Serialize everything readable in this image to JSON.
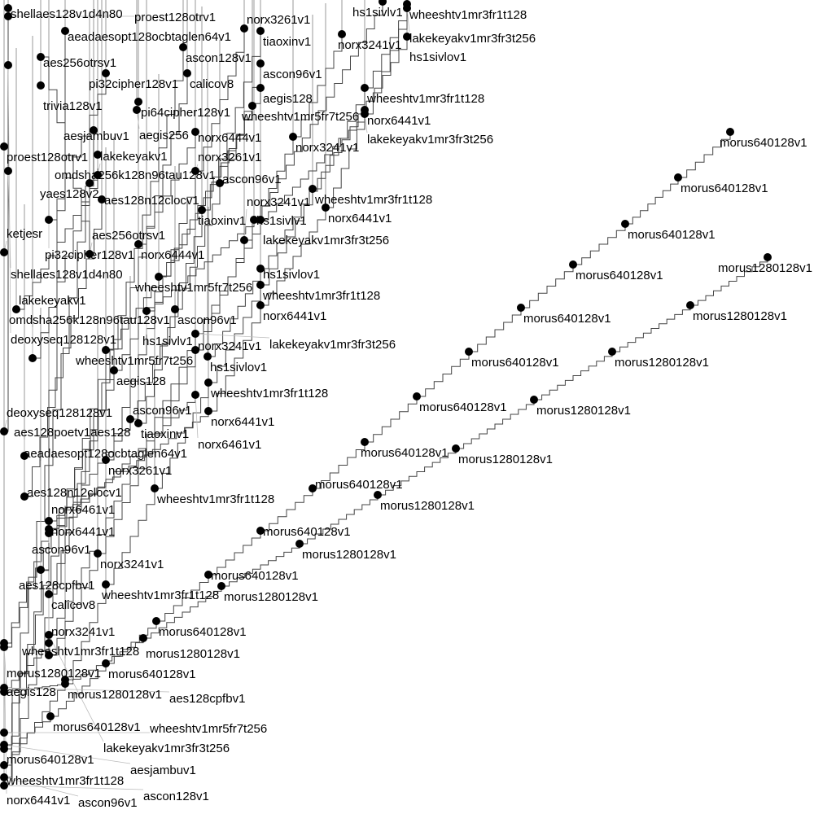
{
  "chart_data": {
    "type": "scatter",
    "title": "",
    "xlabel": "",
    "ylabel": "",
    "xlim": [
      0,
      100
    ],
    "ylim": [
      0,
      100
    ],
    "grid": false,
    "legend": "none",
    "series": [
      {
        "name": "morus640128v1",
        "points": [
          [
            89.7,
            83.8
          ],
          [
            83.3,
            78.2
          ],
          [
            76.8,
            72.5
          ],
          [
            70.4,
            67.5
          ],
          [
            64,
            62.2
          ],
          [
            57.6,
            56.8
          ],
          [
            51.2,
            51.3
          ],
          [
            44.8,
            45.7
          ],
          [
            38.4,
            40
          ],
          [
            32,
            34.8
          ],
          [
            25.6,
            29.4
          ],
          [
            19.2,
            23.7
          ],
          [
            13,
            18.5
          ],
          [
            6.2,
            12
          ],
          [
            0.5,
            8
          ]
        ]
      },
      {
        "name": "morus1280128v1",
        "points": [
          [
            94.3,
            68.4
          ],
          [
            84.8,
            62.5
          ],
          [
            75.2,
            56.8
          ],
          [
            65.6,
            50.9
          ],
          [
            56,
            44.9
          ],
          [
            46.4,
            39.2
          ],
          [
            36.8,
            33.2
          ],
          [
            27.2,
            28
          ],
          [
            17.6,
            21.6
          ],
          [
            8,
            16
          ],
          [
            0.5,
            15
          ]
        ]
      },
      {
        "name": "wheeshtv1mr3fr1t128",
        "points": [
          [
            50,
            99.5
          ],
          [
            44.8,
            89.2
          ],
          [
            38.4,
            76.8
          ],
          [
            32,
            65
          ],
          [
            25.6,
            53
          ],
          [
            19,
            40
          ],
          [
            13,
            28.2
          ],
          [
            8,
            16.5
          ],
          [
            0.5,
            6
          ]
        ]
      },
      {
        "name": "norx6441v1",
        "points": [
          [
            44.8,
            86.5
          ],
          [
            40,
            74.5
          ],
          [
            32,
            62.5
          ],
          [
            25.6,
            49.5
          ],
          [
            6,
            36
          ],
          [
            0.5,
            21
          ]
        ]
      },
      {
        "name": "norx3241v1",
        "points": [
          [
            42,
            95.8
          ],
          [
            36,
            83.2
          ],
          [
            30,
            70.5
          ],
          [
            24,
            57
          ],
          [
            12,
            32
          ],
          [
            6,
            19.5
          ]
        ]
      },
      {
        "name": "lakekeyakv1mr3fr3t256",
        "points": [
          [
            50,
            99
          ],
          [
            44.8,
            86
          ],
          [
            32,
            73
          ],
          [
            24,
            59
          ],
          [
            6,
            22
          ]
        ]
      },
      {
        "name": "hs1sivlov1",
        "points": [
          [
            50,
            95.5
          ],
          [
            32,
            67
          ],
          [
            25.5,
            56.2
          ]
        ]
      },
      {
        "name": "hs1sivlv1",
        "points": [
          [
            47,
            99.8
          ],
          [
            31.2,
            73
          ],
          [
            18,
            61.8
          ]
        ]
      },
      {
        "name": "ascon96v1",
        "points": [
          [
            32,
            92.2
          ],
          [
            27,
            77.5
          ],
          [
            21.5,
            62
          ],
          [
            16,
            48.5
          ],
          [
            6,
            35
          ],
          [
            0.5,
            4.5
          ]
        ]
      },
      {
        "name": "norx3261v1",
        "points": [
          [
            30,
            96.5
          ],
          [
            24,
            79
          ],
          [
            13,
            43.5
          ]
        ]
      },
      {
        "name": "tiaoxinv1",
        "points": [
          [
            32,
            96.2
          ],
          [
            24.8,
            74.2
          ],
          [
            17,
            48
          ]
        ]
      },
      {
        "name": "aegis128",
        "points": [
          [
            32,
            89.2
          ],
          [
            14,
            54.5
          ],
          [
            0.5,
            20.5
          ]
        ]
      },
      {
        "name": "aegis256",
        "points": [
          [
            16.8,
            86.5
          ]
        ]
      },
      {
        "name": "aesjambuv1",
        "points": [
          [
            11.5,
            84
          ],
          [
            0.5,
            8.5
          ]
        ]
      },
      {
        "name": "ascon128v1",
        "points": [
          [
            22.5,
            94.2
          ],
          [
            0.5,
            3.5
          ]
        ]
      },
      {
        "name": "norx6461v1",
        "points": [
          [
            24,
            51.5
          ],
          [
            6,
            34.5
          ]
        ]
      },
      {
        "name": "norx6444v1",
        "points": [
          [
            24,
            83.8
          ],
          [
            17,
            70
          ]
        ]
      },
      {
        "name": "wheeshtv1mr5fr7t256",
        "points": [
          [
            31,
            87
          ],
          [
            19.5,
            66
          ],
          [
            13,
            57
          ],
          [
            0.5,
            10
          ]
        ]
      },
      {
        "name": "aes256otrsv1",
        "points": [
          [
            11,
            68.8
          ],
          [
            5,
            93
          ]
        ]
      },
      {
        "name": "shellaes128v1d4n80",
        "points": [
          [
            1,
            99
          ],
          [
            1,
            79
          ]
        ]
      },
      {
        "name": "proest128otrv1",
        "points": [
          [
            1,
            98
          ],
          [
            0.5,
            82
          ]
        ]
      },
      {
        "name": "pi32cipher128v1",
        "points": [
          [
            13,
            91
          ],
          [
            6,
            73
          ]
        ]
      },
      {
        "name": "pi64cipher128v1",
        "points": [
          [
            17,
            87.5
          ]
        ]
      },
      {
        "name": "yaes128v2",
        "points": [
          [
            11,
            77.5
          ]
        ]
      },
      {
        "name": "calicov8",
        "points": [
          [
            23,
            91
          ],
          [
            6,
            27
          ]
        ]
      },
      {
        "name": "deoxyseq128128v1",
        "points": [
          [
            1,
            92
          ],
          [
            0.5,
            47
          ]
        ]
      },
      {
        "name": "aeadaesopt128ocbtaglen64v1",
        "points": [
          [
            8,
            96.2
          ],
          [
            5,
            30
          ]
        ]
      },
      {
        "name": "aes128n12clocv1",
        "points": [
          [
            12.5,
            75.5
          ],
          [
            3,
            39
          ]
        ]
      },
      {
        "name": "omdsha256k128n96tau128v1",
        "points": [
          [
            12,
            81
          ],
          [
            4,
            56
          ]
        ]
      },
      {
        "name": "trivia128v1",
        "points": [
          [
            5,
            89.5
          ]
        ]
      },
      {
        "name": "ketjesr",
        "points": [
          [
            0.5,
            69
          ]
        ]
      },
      {
        "name": "aes128cpfbv1",
        "points": [
          [
            6,
            21
          ],
          [
            0.5,
            15.5
          ]
        ]
      },
      {
        "name": "aes128poetv1aes128",
        "points": [
          [
            3,
            44
          ]
        ]
      },
      {
        "name": "lakekeyakv1",
        "points": [
          [
            2,
            62
          ],
          [
            12,
            78.5
          ]
        ]
      }
    ]
  }
}
